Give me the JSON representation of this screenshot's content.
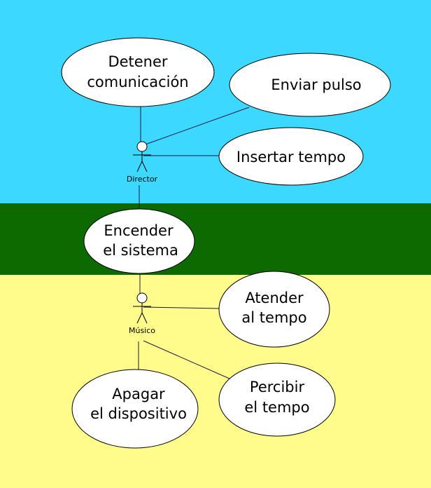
{
  "colors": {
    "band_top": "#3cd8ff",
    "band_middle": "#0d6a00",
    "band_bottom": "#fffc8c"
  },
  "actors": {
    "director": {
      "label": "Director"
    },
    "musico": {
      "label": "Músico"
    }
  },
  "use_cases": {
    "detener": {
      "lines": [
        "Detener",
        "comunicación"
      ]
    },
    "enviar": {
      "lines": [
        "Enviar pulso"
      ]
    },
    "insertar": {
      "lines": [
        "Insertar tempo"
      ]
    },
    "encender": {
      "lines": [
        "Encender",
        "el sistema"
      ]
    },
    "atender": {
      "lines": [
        "Atender",
        "al tempo"
      ]
    },
    "apagar": {
      "lines": [
        "Apagar",
        "el dispositivo"
      ]
    },
    "percibir": {
      "lines": [
        "Percibir",
        "el tempo"
      ]
    }
  }
}
